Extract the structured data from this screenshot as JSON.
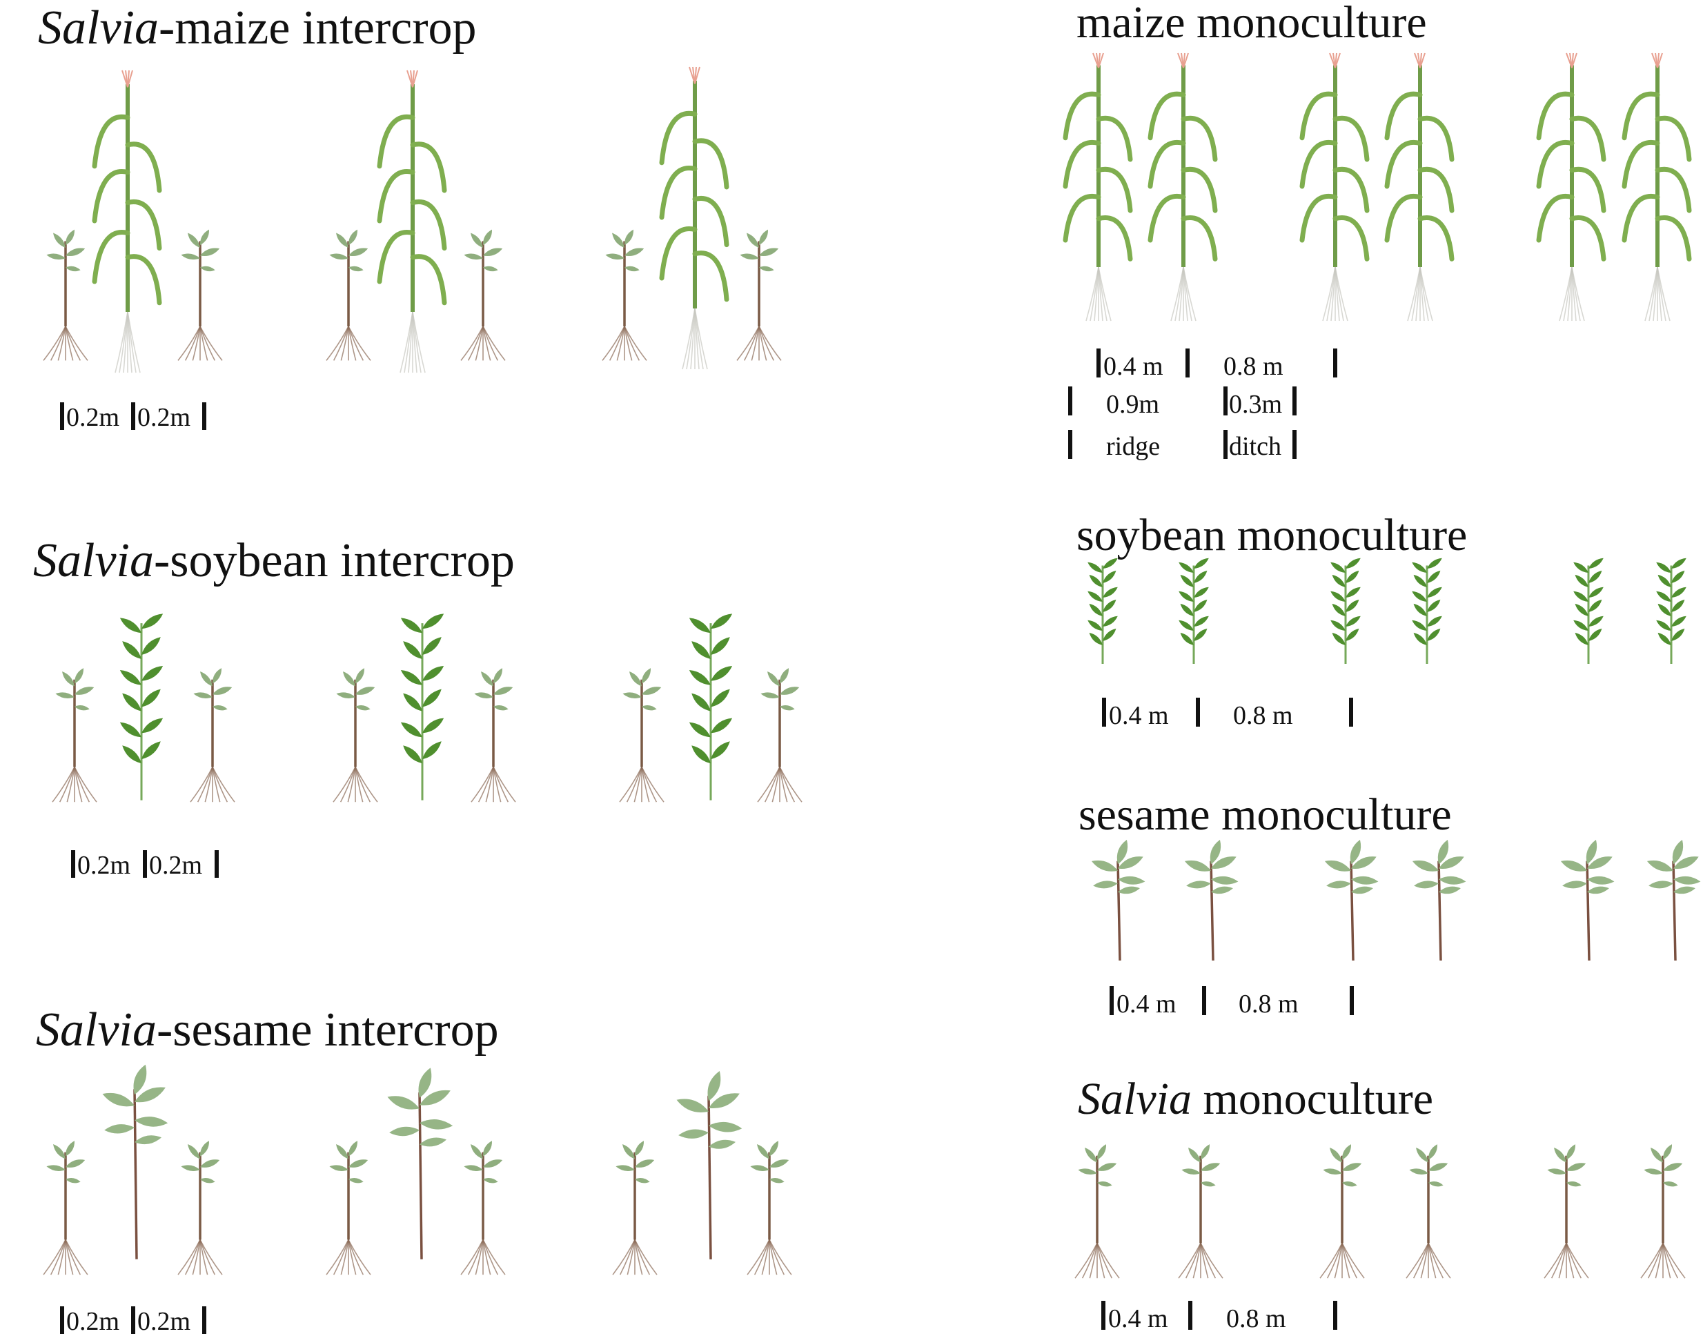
{
  "panels": {
    "salvia_maize": {
      "title_italic": "Salvia",
      "title_rest": "-maize intercrop",
      "spacing": [
        "0.2m",
        "0.2m"
      ]
    },
    "salvia_soybean": {
      "title_italic": "Salvia",
      "title_rest": "-soybean intercrop",
      "spacing": [
        "0.2m",
        "0.2m"
      ]
    },
    "salvia_sesame": {
      "title_italic": "Salvia",
      "title_rest": "-sesame intercrop",
      "spacing": [
        "0.2m",
        "0.2m"
      ]
    },
    "maize_mono": {
      "title": "maize monoculture",
      "row_spacing": [
        "0.4 m",
        "0.8 m"
      ],
      "bed_widths": [
        "0.9m",
        "0.3m"
      ],
      "bed_names": [
        "ridge",
        "ditch"
      ]
    },
    "soybean_mono": {
      "title": "soybean monoculture",
      "row_spacing": [
        "0.4 m",
        "0.8 m"
      ]
    },
    "sesame_mono": {
      "title": "sesame monoculture",
      "row_spacing": [
        "0.4 m",
        "0.8 m"
      ]
    },
    "salvia_mono": {
      "title_italic": "Salvia",
      "title_rest": " monoculture",
      "row_spacing": [
        "0.4 m",
        "0.8 m"
      ]
    }
  }
}
